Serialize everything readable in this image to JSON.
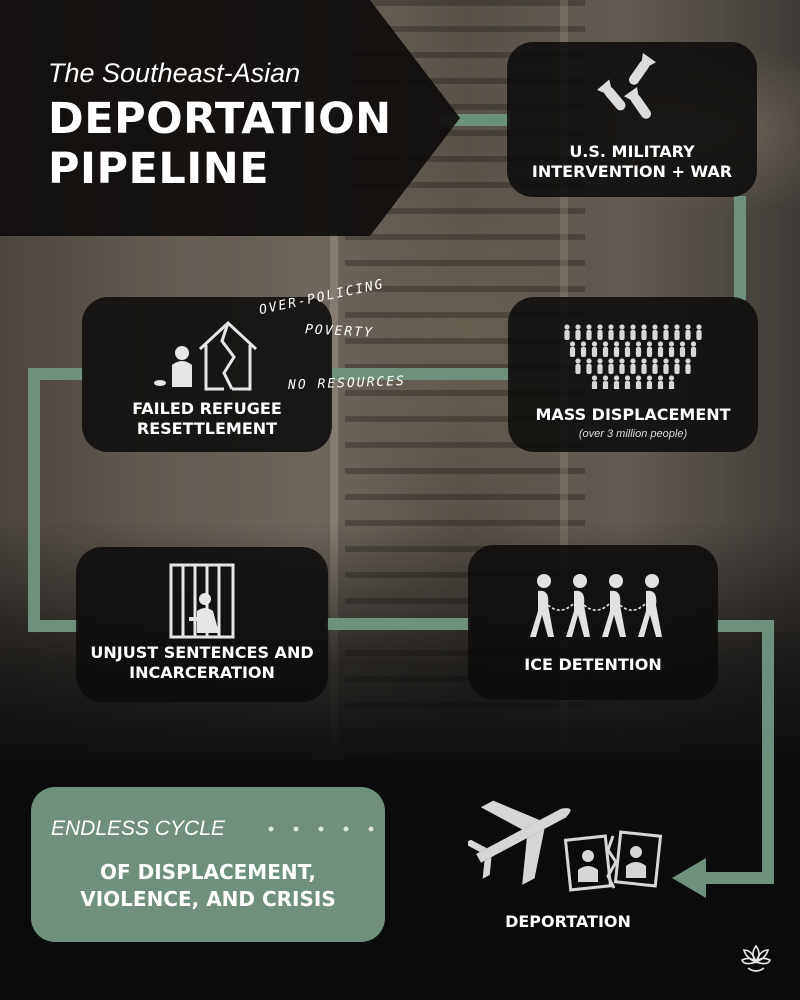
{
  "title": {
    "subtitle": "The Southeast-Asian",
    "main": "DEPORTATION\nPIPELINE"
  },
  "steps": {
    "military": {
      "label": "U.S. MILITARY\nINTERVENTION + WAR",
      "icon": "bombs-icon"
    },
    "displacement": {
      "label": "MASS DISPLACEMENT",
      "note": "(over 3 million people)",
      "icon": "crowd-icon"
    },
    "resettlement": {
      "label": "FAILED REFUGEE\nRESETTLEMENT",
      "icon": "broken-house-icon"
    },
    "incarceration": {
      "label": "UNJUST SENTENCES AND\nINCARCERATION",
      "icon": "jail-cell-icon"
    },
    "detention": {
      "label": "ICE DETENTION",
      "icon": "chained-people-icon"
    },
    "deportation": {
      "label": "DEPORTATION",
      "icon": "airplane-torn-photos-icon"
    }
  },
  "notes": {
    "overpolicing": "OVER-POLICING",
    "poverty": "POVERTY",
    "resources": "NO RESOURCES"
  },
  "summary": {
    "title": "ENDLESS CYCLE",
    "text": "OF DISPLACEMENT,\nVIOLENCE, AND CRISIS"
  },
  "colors": {
    "accent": "#6f907c",
    "box": "#0e0c0b",
    "background": "#0b0b0b"
  }
}
